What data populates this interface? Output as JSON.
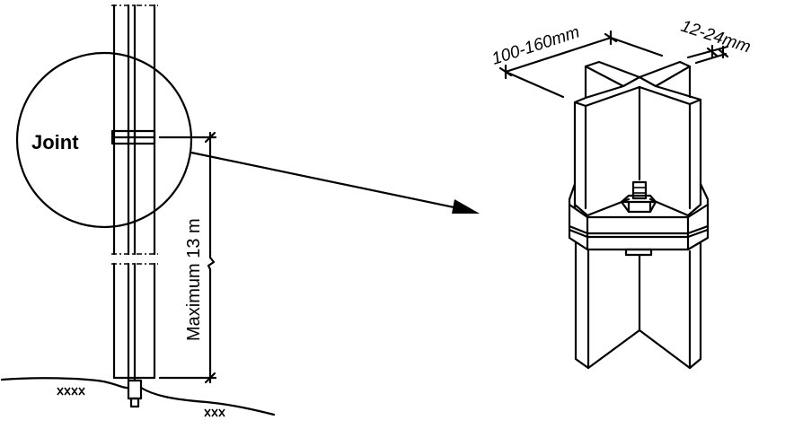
{
  "labels": {
    "joint": "Joint",
    "height_dimension": "Maximum 13 m",
    "width_dimension": "100-160mm",
    "thickness_dimension": "12-24mm"
  },
  "colors": {
    "ink": "#000000",
    "background": "#ffffff"
  }
}
